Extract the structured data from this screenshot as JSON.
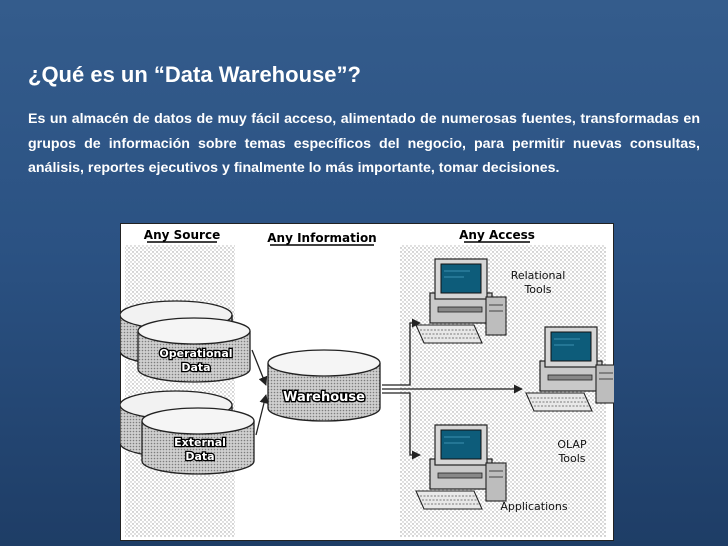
{
  "slide": {
    "title": "¿Qué es un “Data Warehouse”?",
    "body": "Es un almacén de datos de muy fácil acceso, alimentado de numerosas fuentes, transformadas en grupos de información sobre temas específicos del negocio, para permitir nuevas consultas, análisis, reportes ejecutivos y finalmente lo más importante, tomar decisiones."
  },
  "diagram": {
    "headers": {
      "source": "Any Source",
      "information": "Any Information",
      "access": "Any Access"
    },
    "sources": [
      {
        "line1": "Operational",
        "line2": "Data"
      },
      {
        "line1": "External",
        "line2": "Data"
      }
    ],
    "warehouse": "Warehouse",
    "tools": {
      "relational_line1": "Relational",
      "relational_line2": "Tools",
      "olap_line1": "OLAP",
      "olap_line2": "Tools",
      "applications": "Applications"
    }
  }
}
